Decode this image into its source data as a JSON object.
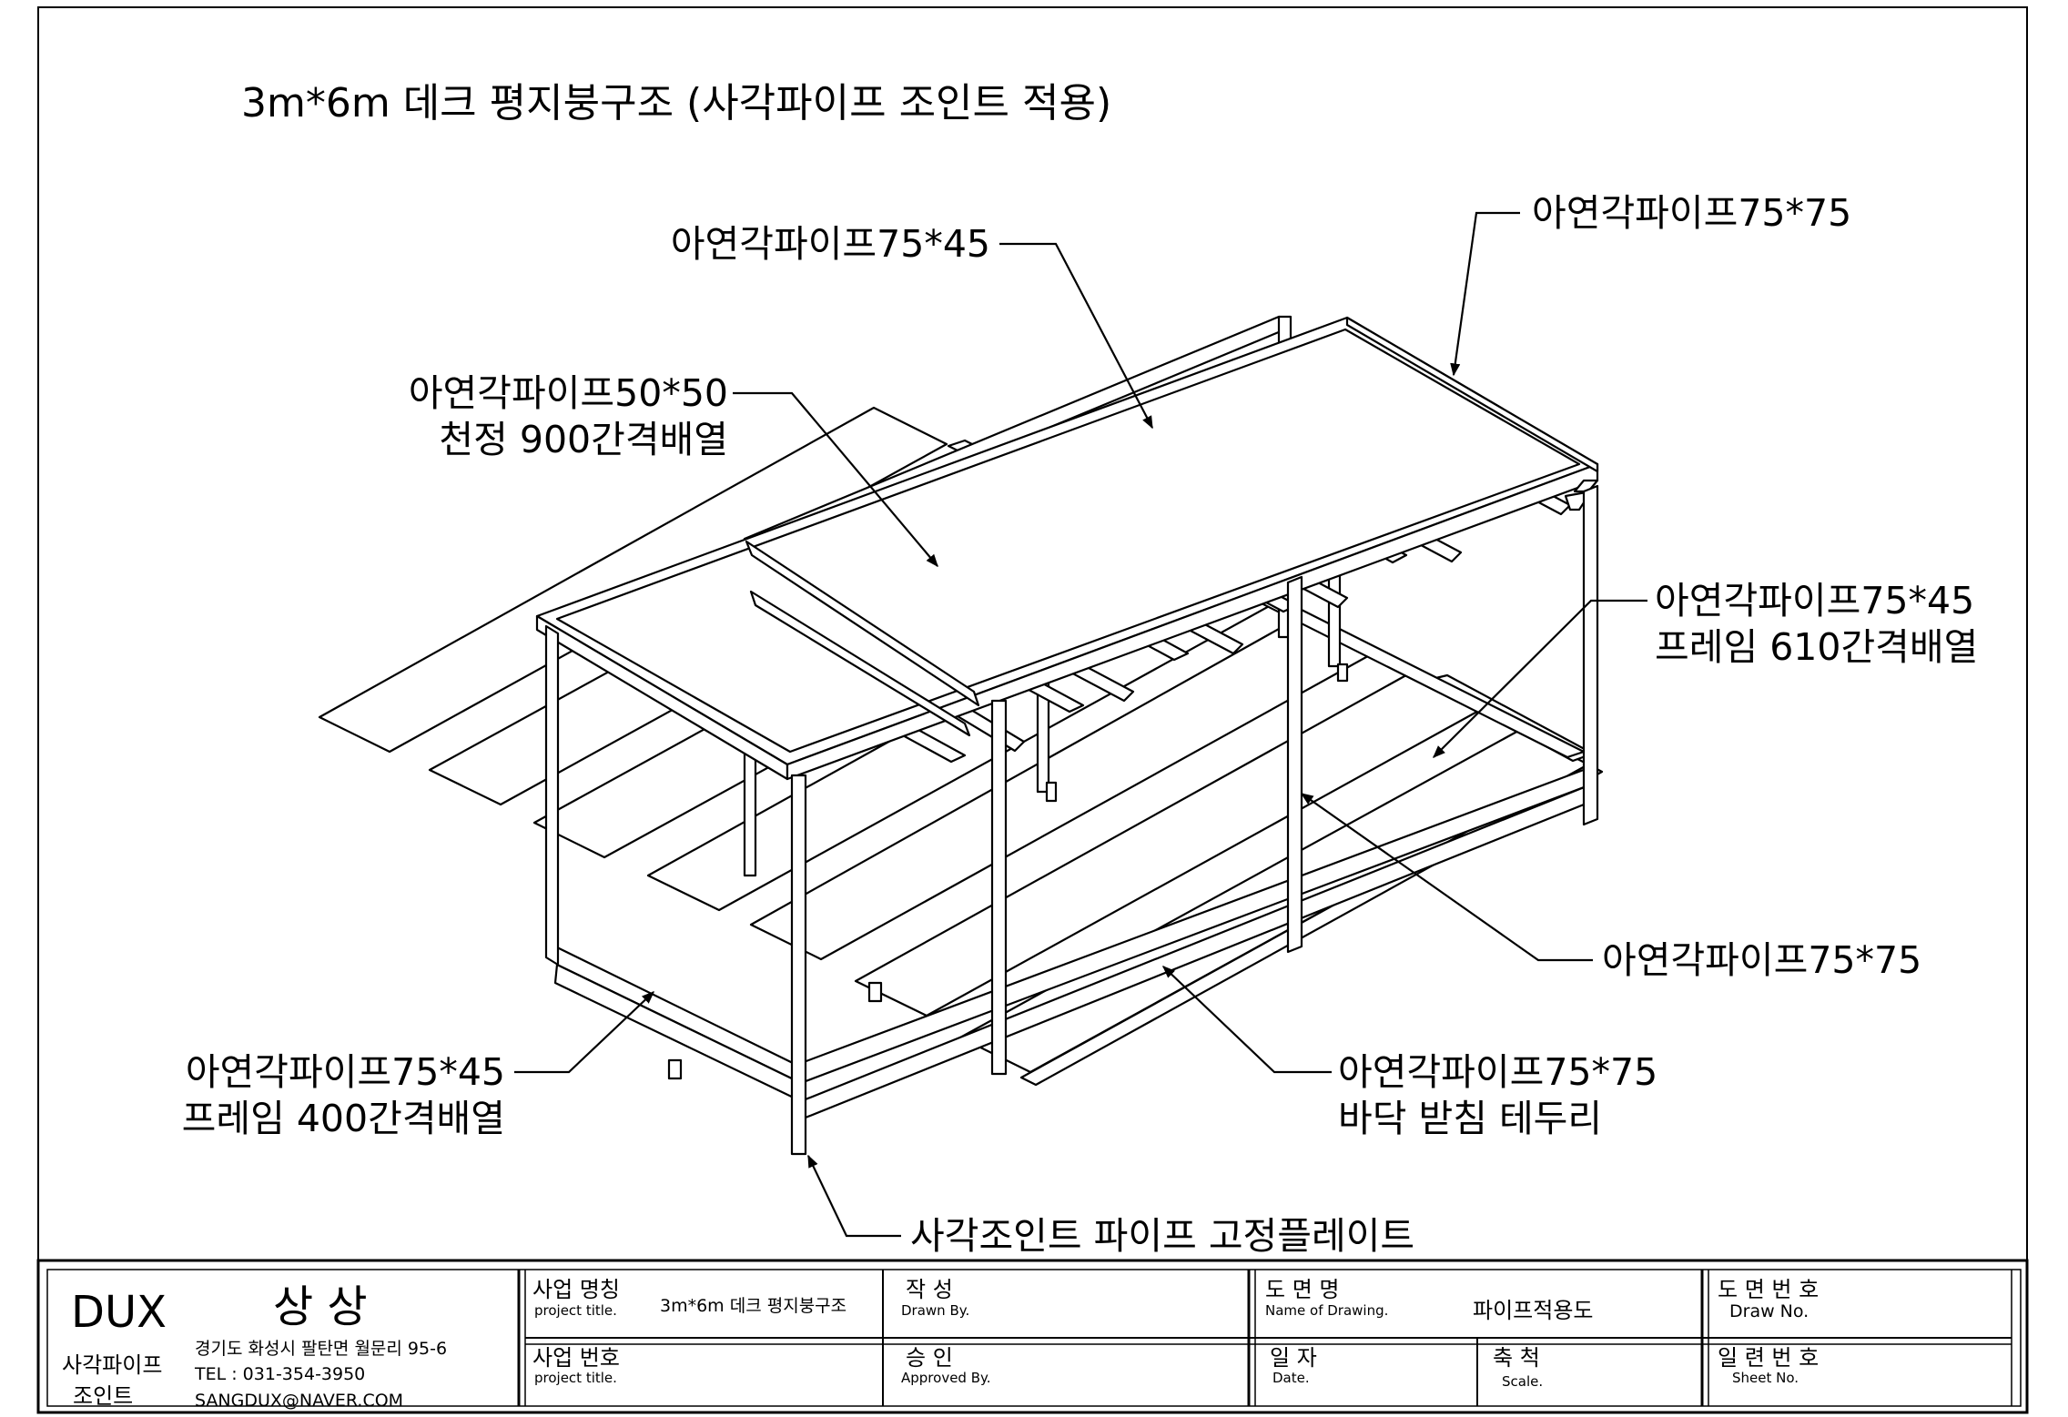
{
  "drawing": {
    "title": "3m*6m  데크 평지붕구조  (사각파이프 조인트 적용)",
    "callouts": [
      {
        "id": "top-beam",
        "lines": [
          "아연각파이프75*45"
        ]
      },
      {
        "id": "top-edge",
        "lines": [
          "아연각파이프75*75"
        ]
      },
      {
        "id": "ceiling",
        "lines": [
          "아연각파이프50*50",
          "천정 900간격배열"
        ]
      },
      {
        "id": "frame-610",
        "lines": [
          "아연각파이프75*45",
          "프레임 610간격배열"
        ]
      },
      {
        "id": "post",
        "lines": [
          "아연각파이프75*75"
        ]
      },
      {
        "id": "frame-400",
        "lines": [
          "아연각파이프75*45",
          "프레임 400간격배열"
        ]
      },
      {
        "id": "floor-edge",
        "lines": [
          "아연각파이프75*75",
          "바닥 받침 테두리"
        ]
      },
      {
        "id": "plate",
        "lines": [
          "사각조인트 파이프 고정플레이트"
        ]
      }
    ]
  },
  "title_block": {
    "company": {
      "logo": "DUX",
      "name": "상 상",
      "product_line1": "사각파이프",
      "product_line2": "조인트",
      "address": "경기도 화성시 팔탄면 월문리 95-6",
      "tel": "TEL : 031-354-3950",
      "email": "SANGDUX@NAVER.COM"
    },
    "project_name": {
      "label": "사업 명칭",
      "sub": "project title.",
      "value": "3m*6m  데크 평지붕구조"
    },
    "project_no": {
      "label": "사업 번호",
      "sub": "project title."
    },
    "drawn_by": {
      "label": "작   성",
      "sub": "Drawn By."
    },
    "approved_by": {
      "label": "승   인",
      "sub": "Approved By."
    },
    "drawing_name": {
      "label": "도  면  명",
      "sub": "Name of Drawing.",
      "value": "파이프적용도"
    },
    "date": {
      "label": "일   자",
      "sub": "Date."
    },
    "scale": {
      "label": "축   척",
      "sub": "Scale."
    },
    "drawing_no": {
      "label": "도 면 번 호",
      "sub": "Draw No."
    },
    "sheet_no": {
      "label": "일 련 번 호",
      "sub": "Sheet No."
    }
  }
}
